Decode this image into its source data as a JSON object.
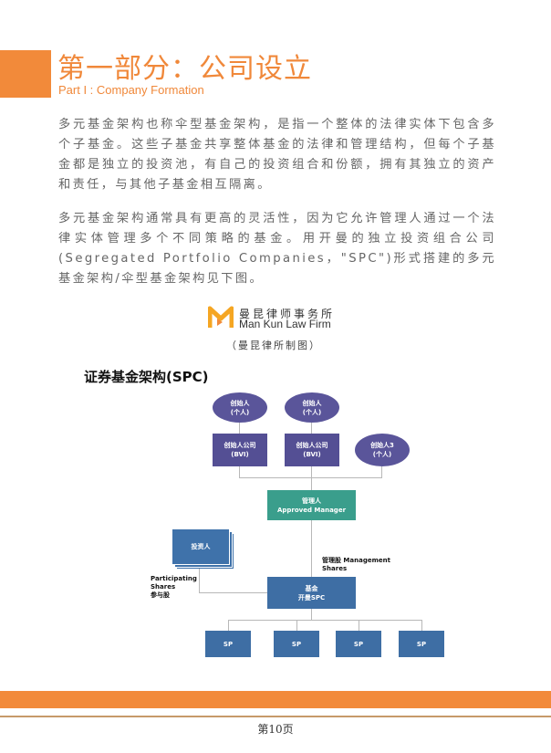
{
  "header": {
    "title": "第一部分：公司设立",
    "subtitle": "Part I : Company Formation"
  },
  "body": {
    "paragraph_1": "多元基金架构也称伞型基金架构，是指一个整体的法律实体下包含多个子基金。这些子基金共享整体基金的法律和管理结构，但每个子基金都是独立的投资池，有自己的投资组合和份额，拥有其独立的资产和责任，与其他子基金相互隔离。",
    "paragraph_2": "多元基金架构通常具有更高的灵活性，因为它允许管理人通过一个法律实体管理多个不同策略的基金。用开曼的独立投资组合公司(Segregated Portfolio Companies，\"SPC\")形式搭建的多元基金架构/伞型基金架构见下图。"
  },
  "figure": {
    "firm_name_cn": "曼昆律师事务所",
    "firm_name_en": "Man Kun Law Firm",
    "credit": "（曼昆律所制图）",
    "title": "证券基金架构(SPC)",
    "nodes": {
      "founder1": [
        "创始人",
        "(个人)"
      ],
      "founder2": [
        "创始人",
        "(个人)"
      ],
      "founder_co1": [
        "创始人公司",
        "(BVI)"
      ],
      "founder_co2": [
        "创始人公司",
        "(BVI)"
      ],
      "founder3": [
        "创始人3",
        "(个人)"
      ],
      "manager": [
        "管理人",
        "Approved Manager"
      ],
      "investor": "投资人",
      "fund": [
        "基金",
        "开曼SPC"
      ],
      "sp": [
        "SP",
        "SP",
        "SP",
        "SP"
      ]
    },
    "labels": {
      "management_shares": [
        "管理股 Management",
        "Shares"
      ],
      "participating_shares": [
        "Participating",
        "Shares",
        "参与股"
      ]
    },
    "colors": {
      "founder": "#5a559a",
      "box": "#3e6ea4",
      "manager": "#3a9e8c",
      "accent": "#f28a3a"
    }
  },
  "footer": {
    "page_number": "第10页"
  }
}
